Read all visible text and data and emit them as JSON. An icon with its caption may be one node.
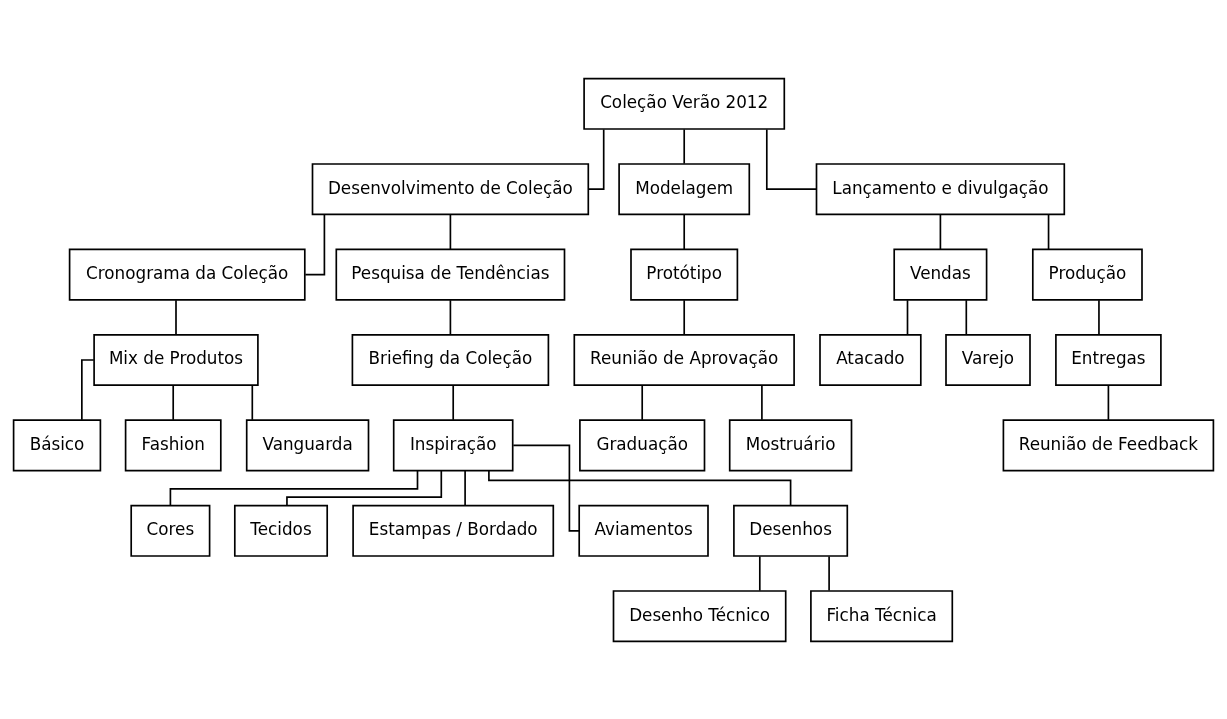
{
  "diagram": {
    "nodes": [
      {
        "text": [
          "Coleção Verão 2012"
        ]
      },
      {
        "text": [
          "Desenvolvimento de Coleção"
        ]
      },
      {
        "text": [
          "Modelagem"
        ]
      },
      {
        "text": [
          "Lançamento e divulgação"
        ]
      },
      {
        "text": [
          "Cronograma da Coleção"
        ]
      },
      {
        "text": [
          "Pesquisa de Tendências"
        ]
      },
      {
        "text": [
          "Protótipo"
        ]
      },
      {
        "text": [
          "Vendas"
        ]
      },
      {
        "text": [
          "Produção"
        ]
      },
      {
        "text": [
          "Mix de Produtos"
        ]
      },
      {
        "text": [
          "Briefing da Coleção"
        ]
      },
      {
        "text": [
          "Reunião de Aprovação"
        ]
      },
      {
        "text": [
          "Atacado"
        ]
      },
      {
        "text": [
          "Varejo"
        ]
      },
      {
        "text": [
          "Entregas"
        ]
      },
      {
        "text": [
          "Reunião de Feedback"
        ]
      },
      {
        "text": [
          "Básico"
        ]
      },
      {
        "text": [
          "Fashion"
        ]
      },
      {
        "text": [
          "Vanguarda"
        ]
      },
      {
        "text": [
          "Inspiração"
        ]
      },
      {
        "text": [
          "Graduação"
        ]
      },
      {
        "text": [
          "Mostruário"
        ]
      },
      {
        "text": [
          "Cores"
        ]
      },
      {
        "text": [
          "Tecidos"
        ]
      },
      {
        "text": [
          "Estampas / Bordado"
        ]
      },
      {
        "text": [
          "Aviamentos"
        ]
      },
      {
        "text": [
          "Desenhos"
        ]
      },
      {
        "text": [
          "Desenho Técnico"
        ]
      },
      {
        "text": [
          "Ficha Técnica"
        ]
      }
    ],
    "edges": [
      {
        "from": 0,
        "to": 1,
        "arrow": "none"
      },
      {
        "from": 0,
        "to": 2,
        "arrow": "none"
      },
      {
        "from": 0,
        "to": 3,
        "arrow": "none"
      },
      {
        "from": 1,
        "to": 4,
        "arrow": "none"
      },
      {
        "from": 1,
        "to": 5,
        "arrow": "none"
      },
      {
        "from": 2,
        "to": 6,
        "arrow": "none"
      },
      {
        "from": 3,
        "to": 7,
        "arrow": "none"
      },
      {
        "from": 3,
        "to": 8,
        "arrow": "none"
      },
      {
        "from": 4,
        "to": 9,
        "arrow": "none"
      },
      {
        "from": 5,
        "to": 10,
        "arrow": "none"
      },
      {
        "from": 6,
        "to": 11,
        "arrow": "none"
      },
      {
        "from": 7,
        "to": 12,
        "arrow": "none"
      },
      {
        "from": 7,
        "to": 13,
        "arrow": "none"
      },
      {
        "from": 8,
        "to": 14,
        "arrow": "none"
      },
      {
        "from": 14,
        "to": 15,
        "arrow": "none"
      },
      {
        "from": 9,
        "to": 16,
        "arrow": "none"
      },
      {
        "from": 9,
        "to": 17,
        "arrow": "none"
      },
      {
        "from": 9,
        "to": 18,
        "arrow": "none"
      },
      {
        "from": 10,
        "to": 19,
        "arrow": "none"
      },
      {
        "from": 11,
        "to": 20,
        "arrow": "none"
      },
      {
        "from": 11,
        "to": 21,
        "arrow": "none"
      },
      {
        "from": 19,
        "to": 22,
        "arrow": "none"
      },
      {
        "from": 19,
        "to": 23,
        "arrow": "none"
      },
      {
        "from": 19,
        "to": 24,
        "arrow": "none"
      },
      {
        "from": 19,
        "to": 25,
        "arrow": "none"
      },
      {
        "from": 19,
        "to": 26,
        "arrow": "none"
      },
      {
        "from": 26,
        "to": 27,
        "arrow": "none"
      },
      {
        "from": 26,
        "to": 28,
        "arrow": "none"
      }
    ]
  }
}
